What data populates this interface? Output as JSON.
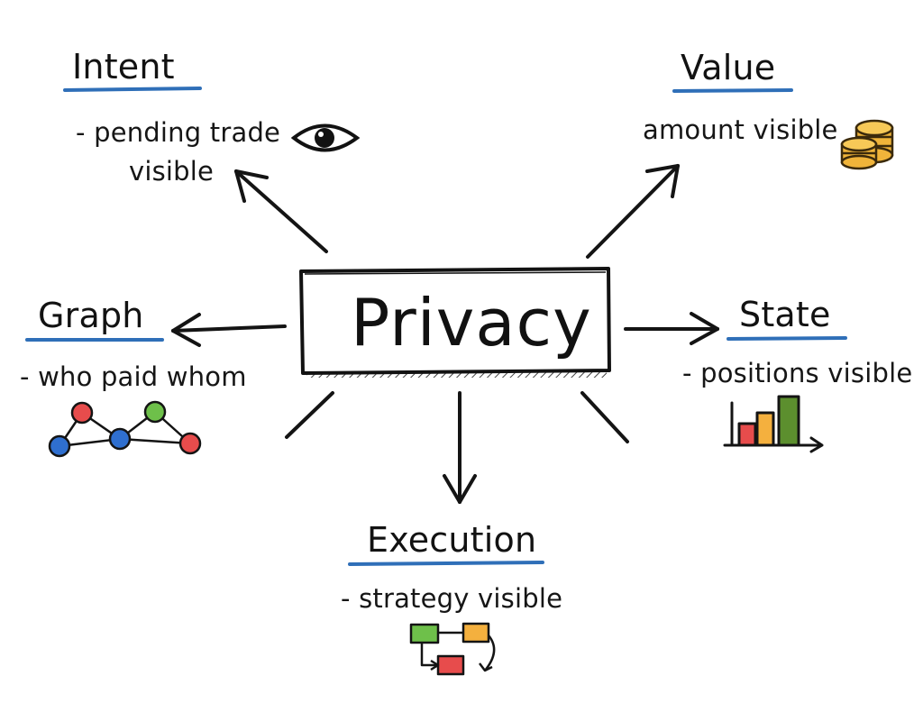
{
  "center": {
    "label": "Privacy"
  },
  "categories": {
    "intent": {
      "title": "Intent",
      "line1": "- pending trade",
      "line2": "visible",
      "icon": "eye-icon"
    },
    "value": {
      "title": "Value",
      "line1": "amount visible",
      "icon": "coin-stack-icon"
    },
    "graph": {
      "title": "Graph",
      "line1": "- who paid whom",
      "icon": "network-graph-icon"
    },
    "state": {
      "title": "State",
      "line1": "- positions visible",
      "icon": "bar-chart-icon"
    },
    "execution": {
      "title": "Execution",
      "line1": "- strategy visible",
      "icon": "flowchart-icon"
    }
  },
  "colors": {
    "ink": "#141414",
    "underline": "#2f6fb8",
    "gold": "#f0b43a",
    "red": "#e74c4c",
    "blue": "#2f6fcf",
    "green": "#6ec04a",
    "orange": "#f4b03e",
    "darkgreen": "#5c8f2e"
  }
}
